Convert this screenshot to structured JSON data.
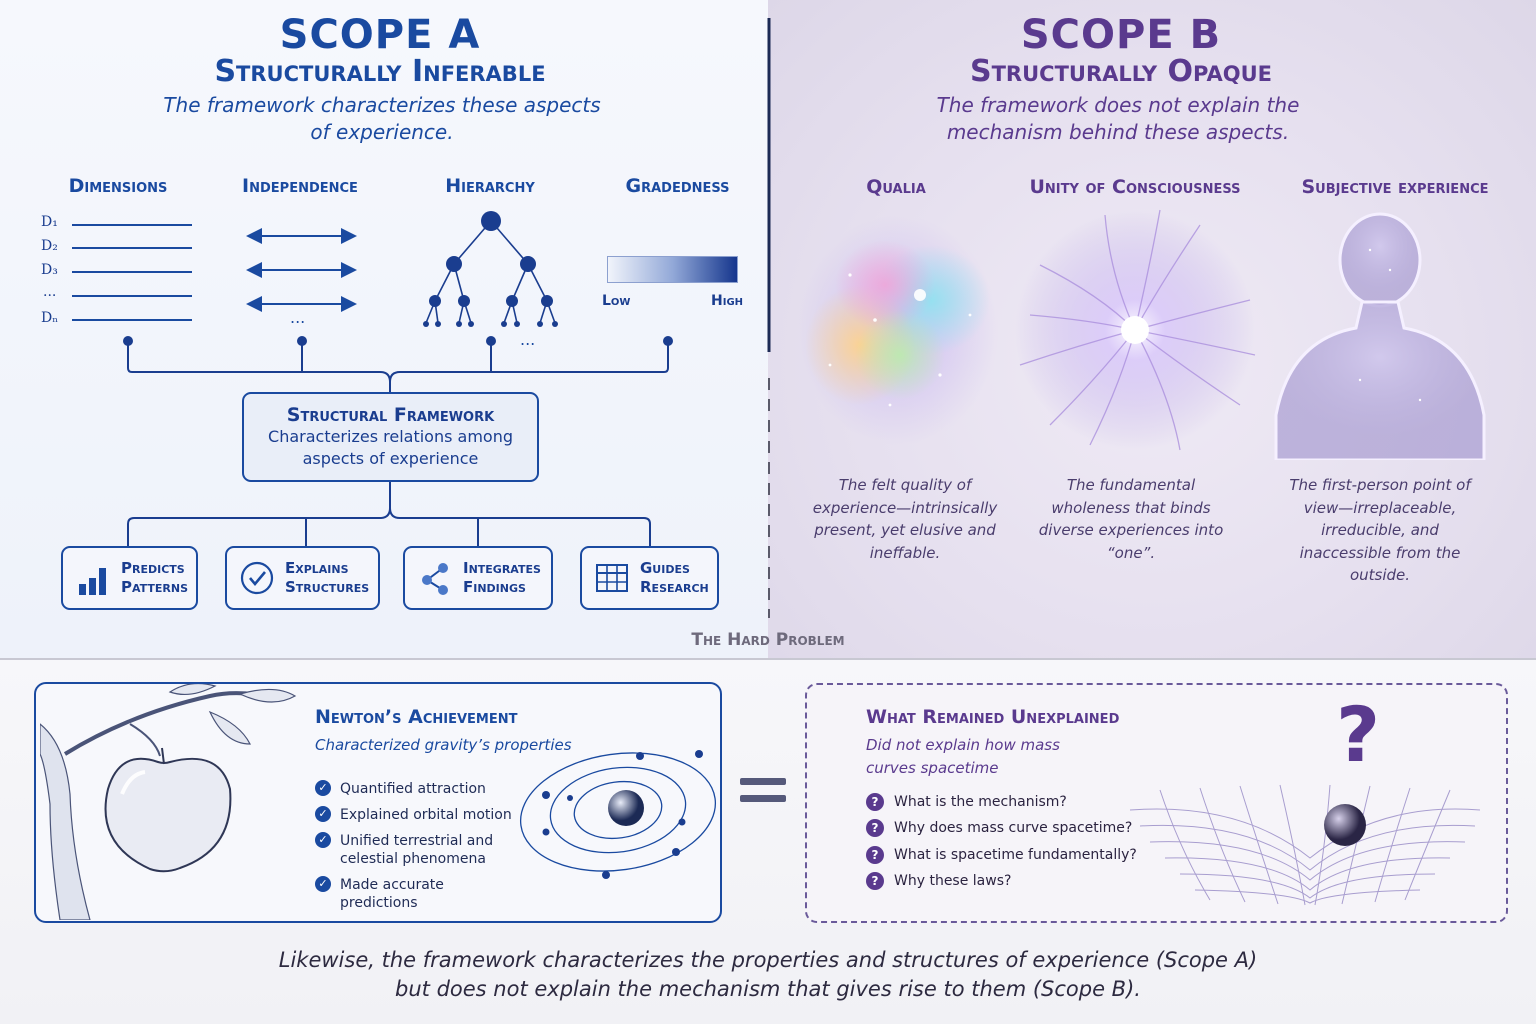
{
  "scope_a": {
    "title": "SCOPE A",
    "subtitle": "Structurally Inferable",
    "description": "The framework characterizes these aspects of experience.",
    "columns": {
      "dimensions": "Dimensions",
      "independence": "Independence",
      "hierarchy": "Hierarchy",
      "gradedness": "Gradedness"
    },
    "dimension_labels": [
      "D₁",
      "D₂",
      "D₃",
      "...",
      "Dₙ"
    ],
    "ellipsis": "...",
    "gradedness_low": "Low",
    "gradedness_high": "High",
    "framework": {
      "title": "Structural Framework",
      "description": "Characterizes relations among aspects of experience"
    },
    "actions": [
      {
        "label": "Predicts\nPatterns",
        "icon": "bar-chart-icon"
      },
      {
        "label": "Explains\nStructures",
        "icon": "check-circle-icon"
      },
      {
        "label": "Integrates\nFindings",
        "icon": "network-icon"
      },
      {
        "label": "Guides\nResearch",
        "icon": "table-grid-icon"
      }
    ],
    "color": "#1a4aa0"
  },
  "scope_b": {
    "title": "SCOPE B",
    "subtitle": "Structurally Opaque",
    "description": "The framework does not explain the mechanism behind these aspects.",
    "columns": {
      "qualia": "Qualia",
      "unity": "Unity of Consciousness",
      "subjective": "Subjective experience"
    },
    "descriptions": {
      "qualia": "The felt quality of experience—intrinsically present, yet elusive and ineffable.",
      "unity": "The fundamental wholeness that binds diverse experiences into “one”.",
      "subjective": "The first-person point of view—irreplaceable, irreducible, and inaccessible from the outside."
    },
    "color": "#5a3a8e"
  },
  "hard_problem": "The Hard Problem",
  "newton": {
    "title": "Newton’s Achievement",
    "subtitle": "Characterized gravity’s properties",
    "items": [
      "Quantified attraction",
      "Explained orbital motion",
      "Unified terrestrial and celestial phenomena",
      "Made accurate predictions"
    ]
  },
  "unexplained": {
    "title": "What Remained Unexplained",
    "subtitle": "Did not explain how mass curves spacetime",
    "questions": [
      "What is the mechanism?",
      "Why does mass curve spacetime?",
      "What is spacetime fundamentally?",
      "Why these laws?"
    ],
    "big_question_mark": "?"
  },
  "conclusion": {
    "line1": "Likewise, the framework characterizes the properties and structures of experience (Scope A)",
    "line2": "but does not explain the mechanism that gives rise to them (Scope B)."
  }
}
